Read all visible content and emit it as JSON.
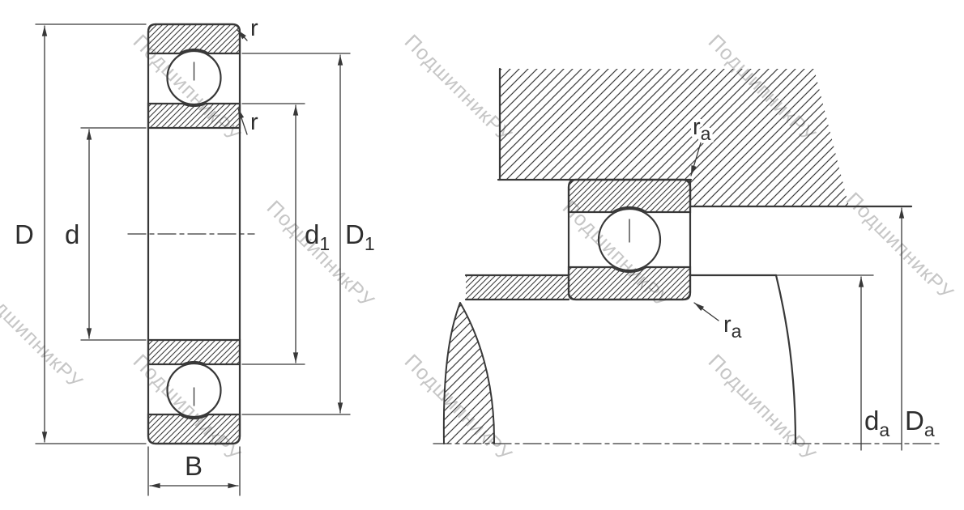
{
  "diagram": {
    "title": "Deep groove ball bearing dimension drawing",
    "watermark": "ПодшипникРУ",
    "colors": {
      "line": "#383838",
      "watermark": "#c6c6c6",
      "background": "#ffffff"
    },
    "left": {
      "D": "D",
      "d": "d",
      "d1": {
        "base": "d",
        "sub": "1"
      },
      "D1": {
        "base": "D",
        "sub": "1"
      },
      "B": "B",
      "r_outer": "r",
      "r_inner": "r"
    },
    "right": {
      "ra": {
        "base": "r",
        "sub": "a"
      },
      "da": {
        "base": "d",
        "sub": "a"
      },
      "Da": {
        "base": "D",
        "sub": "a"
      }
    }
  }
}
